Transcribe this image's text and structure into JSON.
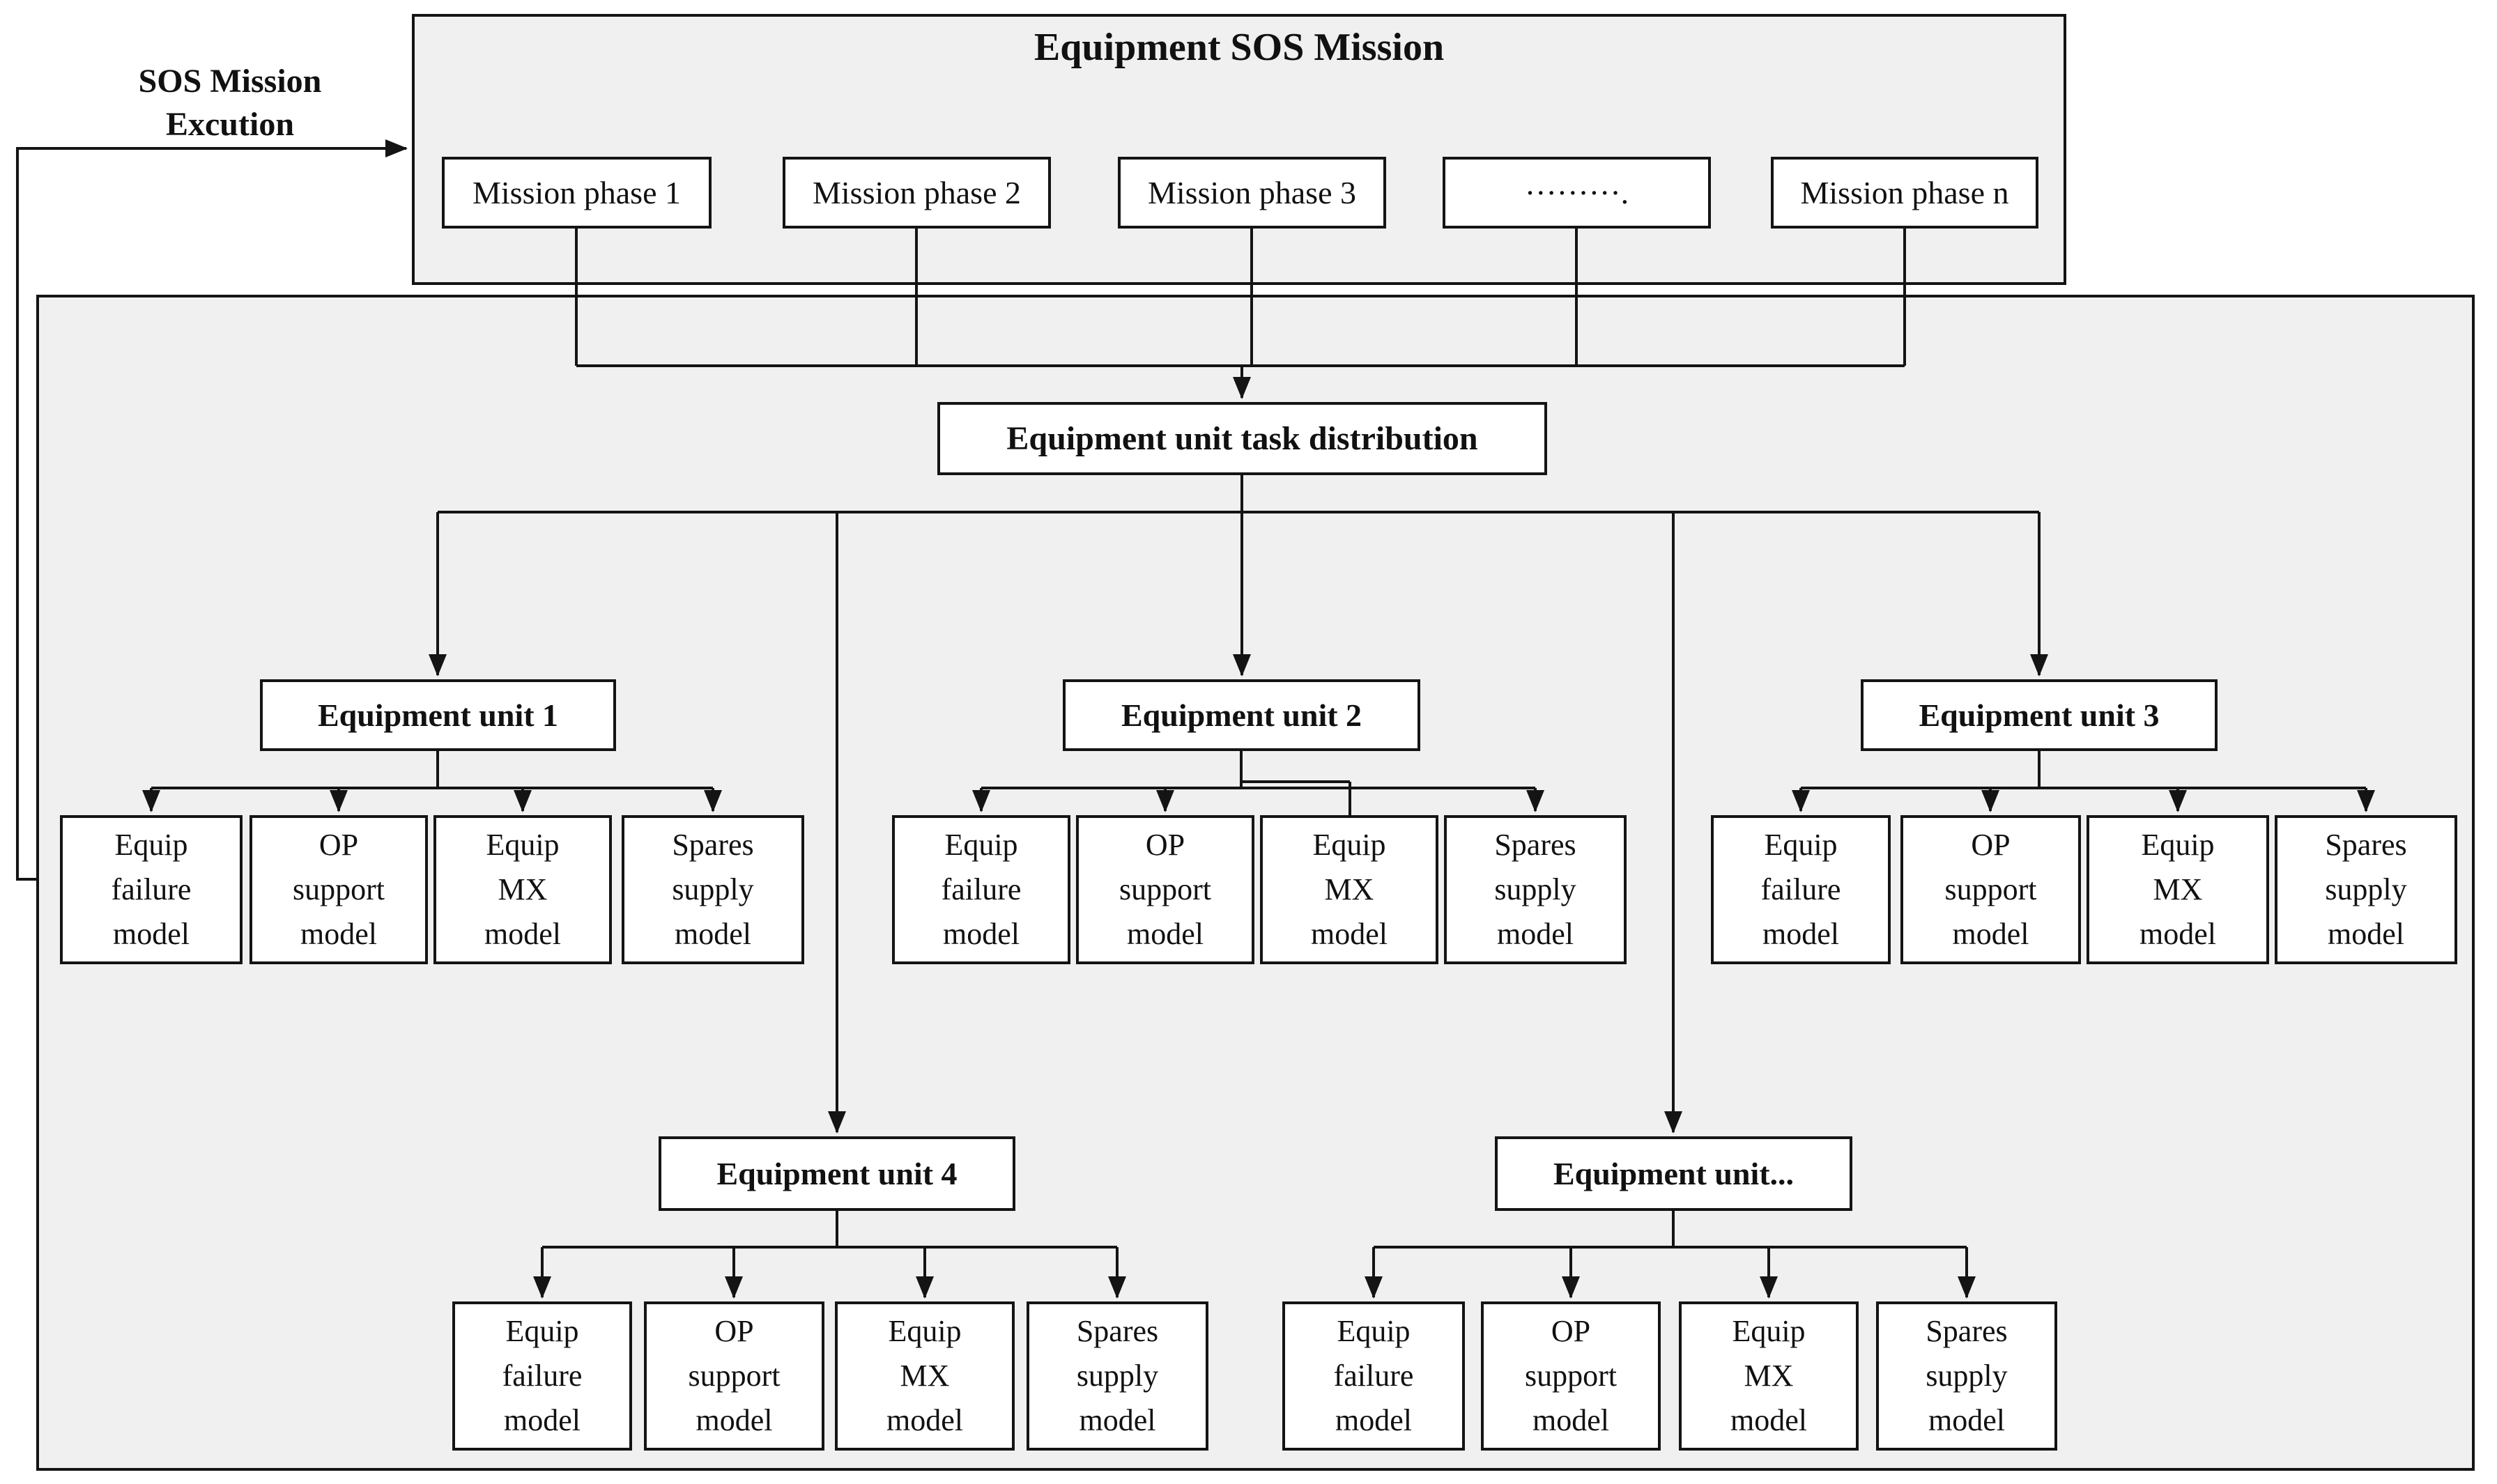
{
  "colors": {
    "panel_fill": "#f0f0f0",
    "box_fill": "#ffffff",
    "line": "#141414"
  },
  "feedback": {
    "label": "SOS Mission\nExcution"
  },
  "mission_panel": {
    "title": "Equipment SOS Mission",
    "phases": [
      "Mission phase 1",
      "Mission phase 2",
      "Mission phase 3",
      "·········.",
      "Mission phase n"
    ]
  },
  "task_box": {
    "label": "Equipment unit task distribution"
  },
  "units": [
    {
      "label": "Equipment unit 1",
      "children": [
        "Equip\nfailure\nmodel",
        "OP\nsupport\nmodel",
        "Equip\nMX\nmodel",
        "Spares\nsupply\nmodel"
      ]
    },
    {
      "label": "Equipment unit 2",
      "children": [
        "Equip\nfailure\nmodel",
        "OP\nsupport\nmodel",
        "Equip\nMX\nmodel",
        "Spares\nsupply\nmodel"
      ]
    },
    {
      "label": "Equipment unit 3",
      "children": [
        "Equip\nfailure\nmodel",
        "OP\nsupport\nmodel",
        "Equip\nMX\nmodel",
        "Spares\nsupply\nmodel"
      ]
    },
    {
      "label": "Equipment unit 4",
      "children": [
        "Equip\nfailure\nmodel",
        "OP\nsupport\nmodel",
        "Equip\nMX\nmodel",
        "Spares\nsupply\nmodel"
      ]
    },
    {
      "label": "Equipment unit...",
      "children": [
        "Equip\nfailure\nmodel",
        "OP\nsupport\nmodel",
        "Equip\nMX\nmodel",
        "Spares\nsupply\nmodel"
      ]
    }
  ]
}
